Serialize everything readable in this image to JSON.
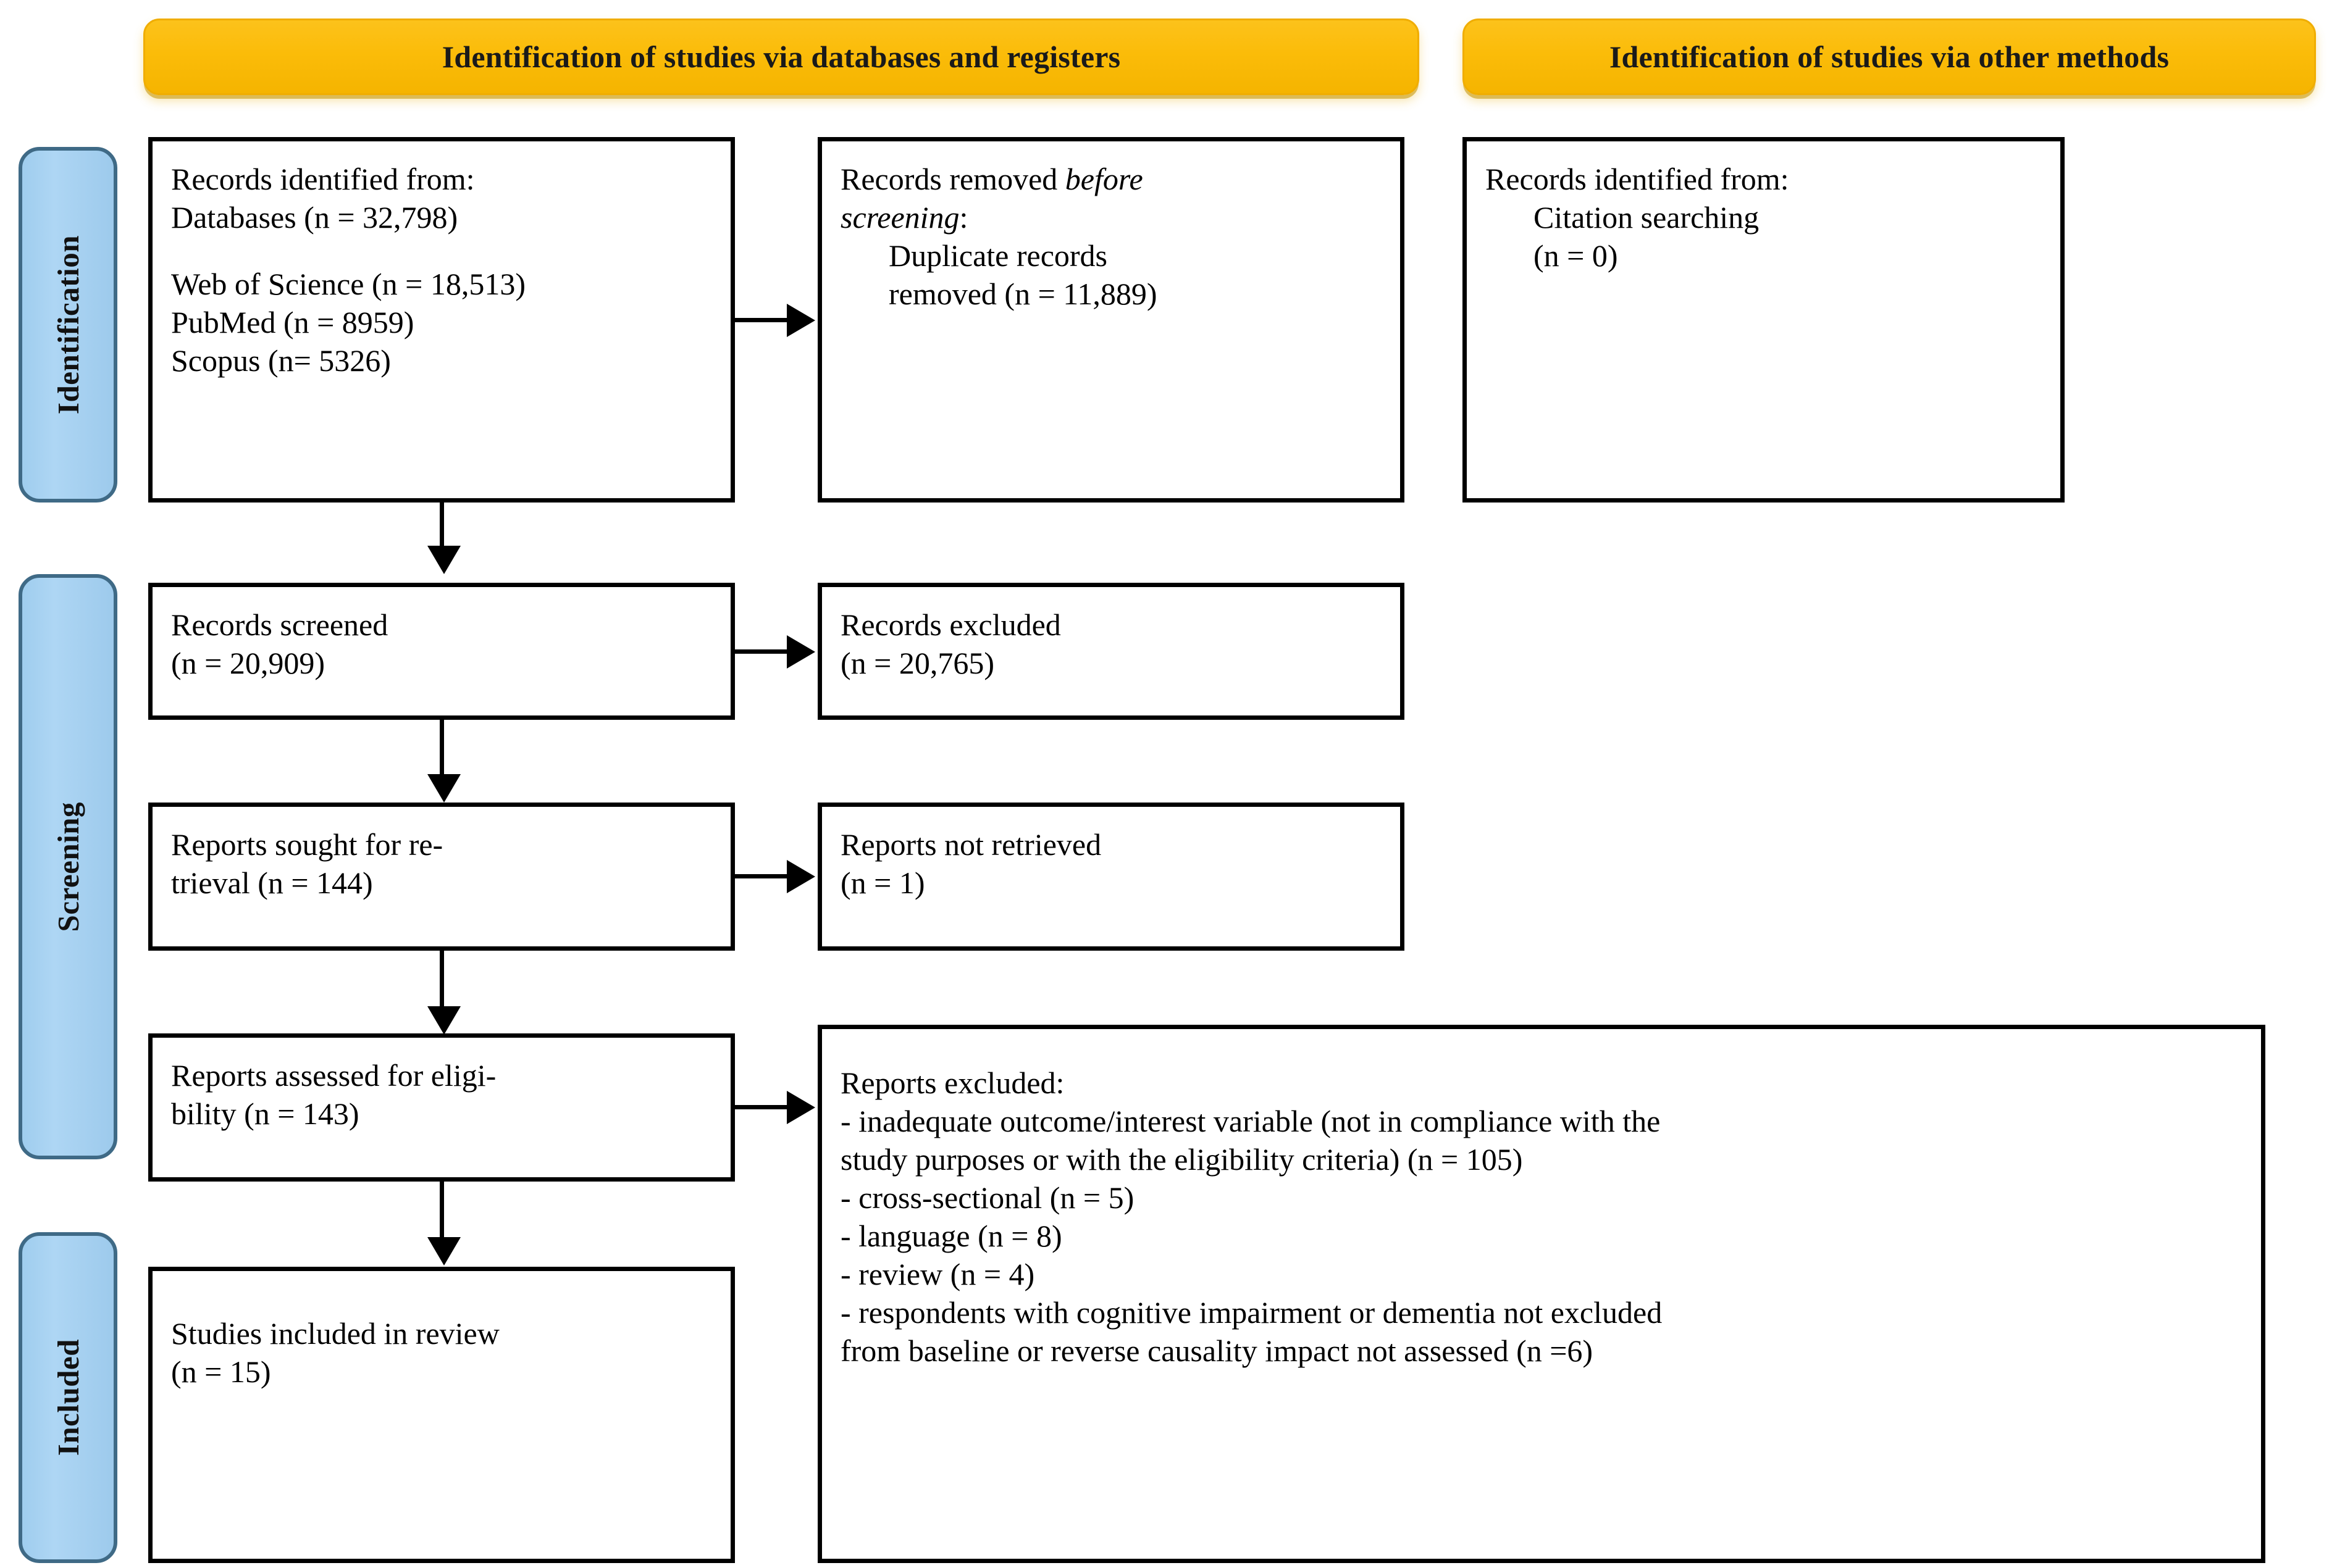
{
  "diagram": {
    "type": "prisma-flow-diagram",
    "banners": [
      {
        "id": "databases-registers",
        "label": "Identification of studies via databases and registers"
      },
      {
        "id": "other-methods",
        "label": "Identification of studies via other methods"
      }
    ],
    "stages": [
      {
        "id": "identification",
        "label": "Identification"
      },
      {
        "id": "screening",
        "label": "Screening"
      },
      {
        "id": "included",
        "label": "Included"
      }
    ],
    "boxes": {
      "records_identified": {
        "title": "Records identified from:",
        "line_databases": "Databases (n = 32,798)",
        "line_wos": "Web of Science (n = 18,513)",
        "line_pubmed": "PubMed (n = 8959)",
        "line_scopus": "Scopus (n= 5326)"
      },
      "records_removed": {
        "title_prefix": "Records removed ",
        "title_italic_1": "before",
        "title_italic_2": "screening",
        "title_suffix": ":",
        "line_duplicates_1": "Duplicate records",
        "line_duplicates_2": "removed (n = 11,889)"
      },
      "other_methods_identified": {
        "title": "Records identified from:",
        "line_citation": "Citation searching",
        "line_count": "(n = 0)"
      },
      "records_screened": {
        "title": "Records screened",
        "count": "(n = 20,909)"
      },
      "records_excluded": {
        "title": "Records excluded",
        "count": "(n = 20,765)"
      },
      "reports_sought": {
        "title": "Reports sought for re-",
        "count": "trieval (n = 144)"
      },
      "reports_not_retrieved": {
        "title": "Reports not retrieved",
        "count": "(n = 1)"
      },
      "reports_assessed": {
        "title": "Reports assessed for eligi-",
        "count": "bility (n = 143)"
      },
      "reports_excluded": {
        "title": "Reports excluded:",
        "reasons": [
          "- inadequate outcome/interest variable (not in compliance with the",
          "study purposes or with the eligibility criteria) (n = 105)",
          "- cross-sectional (n = 5)",
          "- language (n = 8)",
          "- review (n = 4)",
          "- respondents with cognitive impairment or dementia not excluded",
          "from baseline or reverse causality impact not assessed (n =6)"
        ]
      },
      "studies_included": {
        "title": "Studies included in review",
        "count": "(n = 15)"
      }
    },
    "colors": {
      "banner_fill": "#fbbc09",
      "banner_border": "#f0ad00",
      "stage_fill": "#a5d1f0",
      "stage_border": "#3f6a86",
      "box_border": "#000000",
      "text": "#000000",
      "background": "#ffffff"
    }
  }
}
